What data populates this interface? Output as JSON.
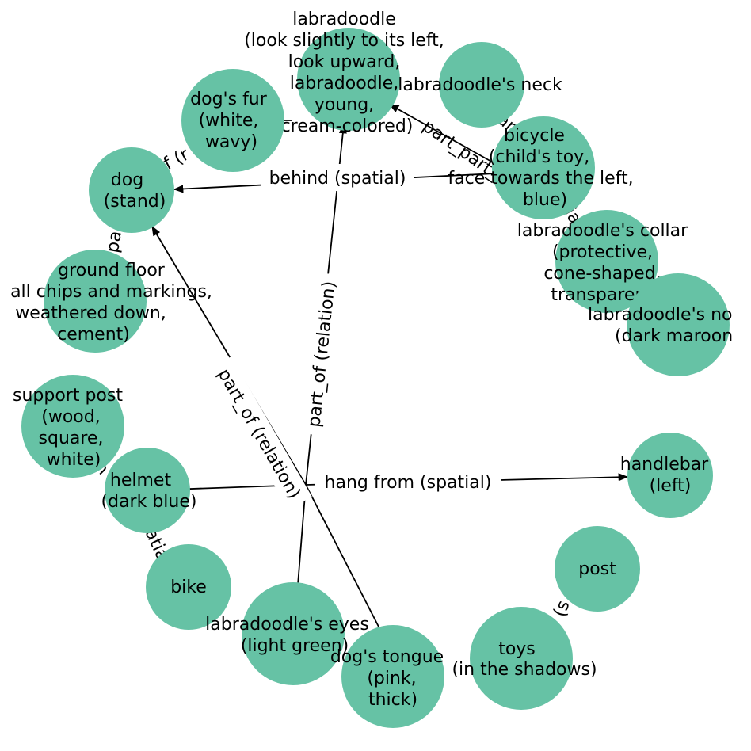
{
  "graph": {
    "node_color": "#66c2a5",
    "edge_color": "#000000",
    "nodes": [
      {
        "id": "labradoodle",
        "lines": [
          "labradoodle",
          "(look slightly to its left,",
          "look upward,",
          "labradoodle,",
          "young,",
          "cream-colored)"
        ]
      },
      {
        "id": "labradoodles-neck",
        "lines": [
          "labradoodle's neck"
        ]
      },
      {
        "id": "dogs-fur",
        "lines": [
          "dog's fur",
          "(white,",
          "wavy)"
        ]
      },
      {
        "id": "dog",
        "lines": [
          "dog",
          "(stand)"
        ]
      },
      {
        "id": "bicycle",
        "lines": [
          "bicycle",
          "(child's toy,",
          "face towards the left,",
          "blue)"
        ]
      },
      {
        "id": "labradoodles-collar",
        "lines": [
          "labradoodle's collar",
          "(protective,",
          "cone-shaped,",
          "transparent)"
        ]
      },
      {
        "id": "labradoodles-nose",
        "lines": [
          "labradoodle's no",
          "(dark maroon"
        ]
      },
      {
        "id": "ground-floor",
        "lines": [
          "ground floor",
          "all chips and markings,",
          "weathered down,",
          "cement)"
        ]
      },
      {
        "id": "support-post",
        "lines": [
          "support post",
          "(wood,",
          "square,",
          "white)"
        ]
      },
      {
        "id": "helmet",
        "lines": [
          "helmet",
          "(dark blue)"
        ]
      },
      {
        "id": "handlebar",
        "lines": [
          "handlebar",
          "(left)"
        ]
      },
      {
        "id": "bike",
        "lines": [
          "bike"
        ]
      },
      {
        "id": "post",
        "lines": [
          "post"
        ]
      },
      {
        "id": "labradoodles-eyes",
        "lines": [
          "labradoodle's eyes",
          "(light green)"
        ]
      },
      {
        "id": "dogs-tongue",
        "lines": [
          "dog's tongue",
          "(pink,",
          "thick)"
        ]
      },
      {
        "id": "toys",
        "lines": [
          "toys",
          "(in the shadows)"
        ]
      }
    ],
    "edge_labels": {
      "behind": "behind (spatial)",
      "hang_from": "hang from (spatial)",
      "part_of_1": "part_of (relation)",
      "part_of_2": "part_of (relation)",
      "partial_fur": "f (r",
      "partial_dog": "pa",
      "partial_bike": "atia",
      "partial_helmet": "h",
      "partial_toys": "(s",
      "partial_bicycle_1": "part_part_o",
      "partial_bicycle_2": "ia",
      "partial_neck": "ar"
    }
  }
}
